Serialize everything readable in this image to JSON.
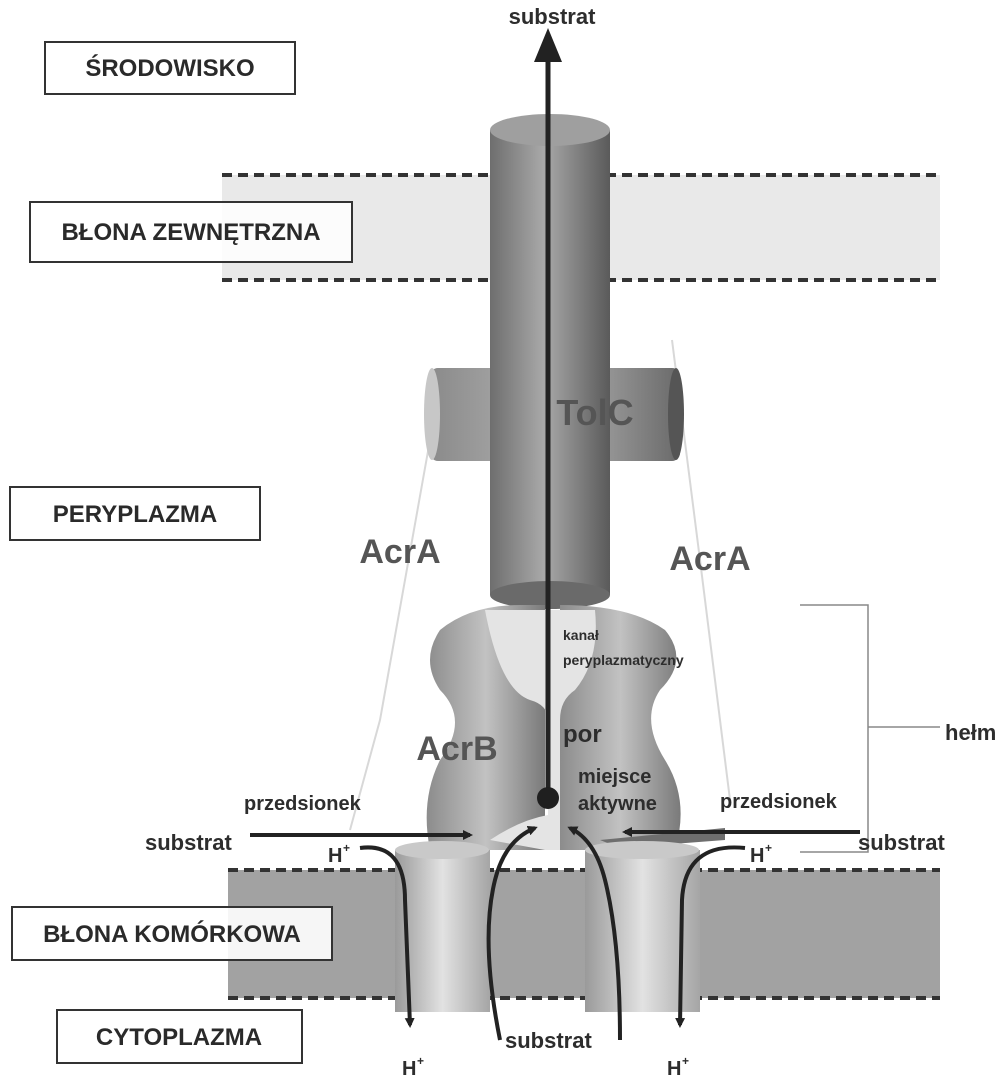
{
  "regions": {
    "environment": "ŚRODOWISKO",
    "outer_membrane": "BŁONA ZEWNĘTRZNA",
    "periplasm": "PERYPLAZMA",
    "cell_membrane": "BŁONA KOMÓRKOWA",
    "cytoplasm": "CYTOPLAZMA"
  },
  "proteins": {
    "tolc": "TolC",
    "acra_left": "AcrA",
    "acra_right": "AcrA",
    "acrb": "AcrB"
  },
  "labels": {
    "substrat_top": "substrat",
    "kanal_line1": "kanał",
    "kanal_line2": "peryplazmatyczny",
    "por": "por",
    "miejsce_line1": "miejsce",
    "miejsce_line2": "aktywne",
    "helm": "hełm",
    "przedsionek_left": "przedsionek",
    "przedsionek_right": "przedsionek",
    "substrat_left": "substrat",
    "substrat_right": "substrat",
    "substrat_bottom": "substrat",
    "proton_top_left": "H",
    "proton_top_right": "H",
    "proton_bottom_left": "H",
    "proton_bottom_right": "H",
    "proton_charge": "+"
  }
}
